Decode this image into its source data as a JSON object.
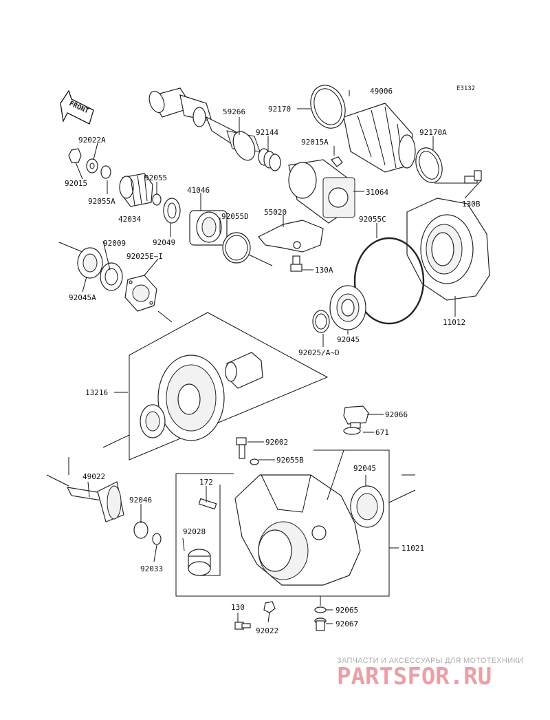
{
  "diagram_code": "E3132",
  "front_label": "FRONT",
  "labels": {
    "p49006": "49006",
    "p92170": "92170",
    "p59266": "59266",
    "p92144": "92144",
    "p92170A": "92170A",
    "p92015A": "92015A",
    "p92022A": "92022A",
    "p92015": "92015",
    "p92055A": "92055A",
    "p92055": "92055",
    "p42034": "42034",
    "p41046": "41046",
    "p55020": "55020",
    "p31064": "31064",
    "p130B": "130B",
    "p92055D": "92055D",
    "p92049": "92049",
    "p92055C": "92055C",
    "p92009": "92009",
    "p92025E": "92025E~I",
    "p92045A": "92045A",
    "p130A": "130A",
    "p11012": "11012",
    "p92045_top": "92045",
    "p92025AD": "92025/A~D",
    "p13216": "13216",
    "p92066": "92066",
    "p671": "671",
    "p92002": "92002",
    "p92055B": "92055B",
    "p92045_low": "92045",
    "p49022": "49022",
    "p172": "172",
    "p92046": "92046",
    "p92028": "92028",
    "p92033": "92033",
    "p11021": "11021",
    "p130": "130",
    "p92022": "92022",
    "p92065": "92065",
    "p92067": "92067"
  },
  "watermark": {
    "tagline": "ЗАПЧАСТИ И АКСЕССУАРЫ ДЛЯ МОТОТЕХНИКИ",
    "logo": "PARTSFOR.RU"
  }
}
